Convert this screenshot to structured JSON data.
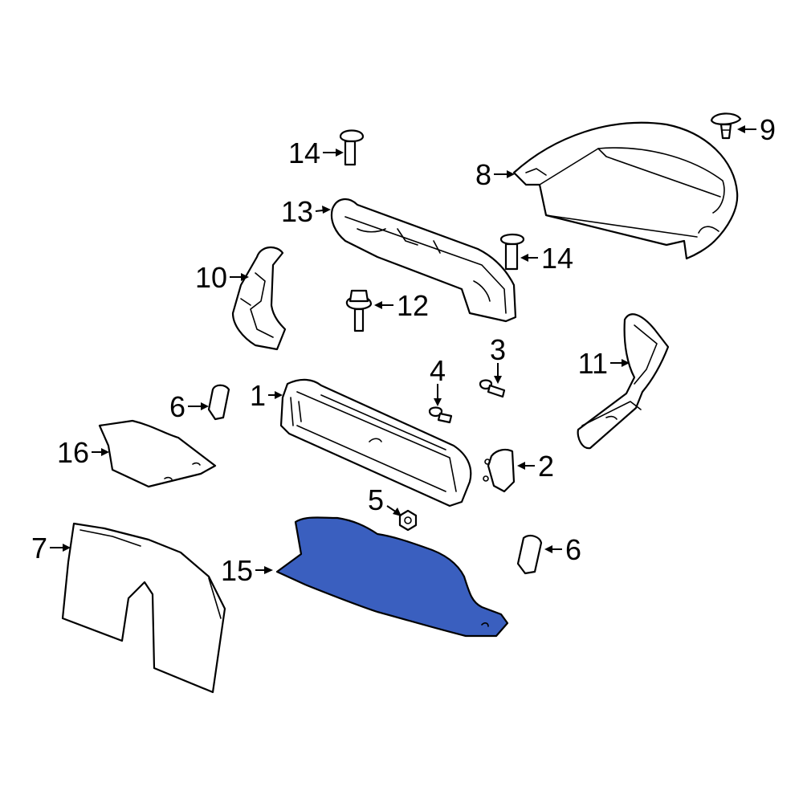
{
  "diagram": {
    "highlight_color": "#3a5fbf",
    "highlighted_part": "15",
    "callouts": [
      {
        "id": "c1",
        "label": "1"
      },
      {
        "id": "c2",
        "label": "2"
      },
      {
        "id": "c3",
        "label": "3"
      },
      {
        "id": "c4",
        "label": "4"
      },
      {
        "id": "c5",
        "label": "5"
      },
      {
        "id": "c6a",
        "label": "6"
      },
      {
        "id": "c6b",
        "label": "6"
      },
      {
        "id": "c7",
        "label": "7"
      },
      {
        "id": "c8",
        "label": "8"
      },
      {
        "id": "c9",
        "label": "9"
      },
      {
        "id": "c10",
        "label": "10"
      },
      {
        "id": "c11",
        "label": "11"
      },
      {
        "id": "c12",
        "label": "12"
      },
      {
        "id": "c13",
        "label": "13"
      },
      {
        "id": "c14a",
        "label": "14"
      },
      {
        "id": "c14b",
        "label": "14"
      },
      {
        "id": "c15",
        "label": "15"
      },
      {
        "id": "c16",
        "label": "16"
      }
    ]
  }
}
